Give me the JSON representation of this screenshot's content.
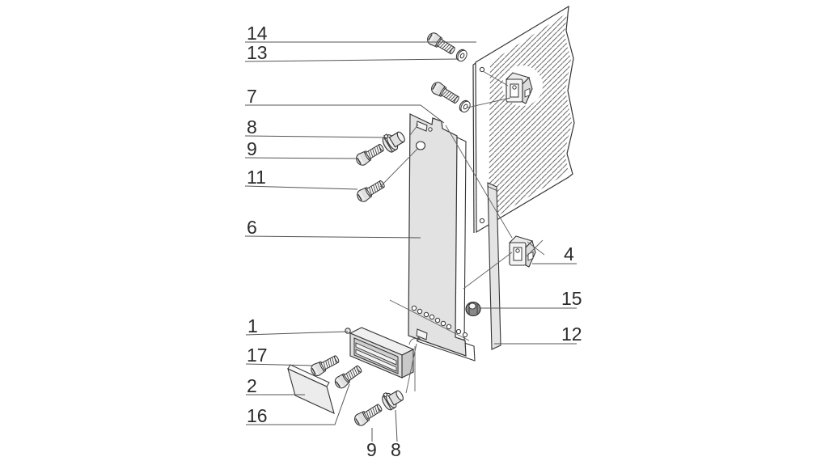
{
  "figure": {
    "kind": "exploded-assembly-technical-diagram",
    "callouts": {
      "c14": "14",
      "c13": "13",
      "c7": "7",
      "c8": "8",
      "c9": "9",
      "c11": "11",
      "c6": "6",
      "c1": "1",
      "c17": "17",
      "c2": "2",
      "c16": "16",
      "c4": "4",
      "c15": "15",
      "c12": "12",
      "c9b": "9",
      "c8b": "8"
    },
    "colors": {
      "background": "#ffffff",
      "panel_fill": "#e2e2e2",
      "rear_panel_fill": "#ffffff",
      "bar_fill": "#e4e4e4",
      "handle_front": "#dedede",
      "handle_recess": "#cfcfcf",
      "plate_fill": "#ececec",
      "nut_dark": "#8a8a8a",
      "outline": "#333333",
      "leader_line": "#555555",
      "hatch_line": "#6b6b6b",
      "label_text": "#2b2b2b"
    }
  }
}
